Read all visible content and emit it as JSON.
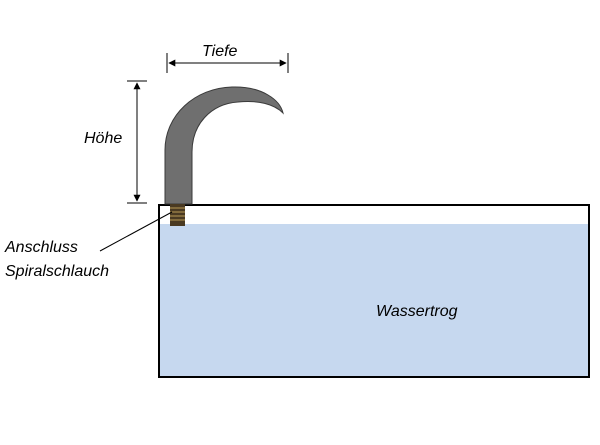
{
  "labels": {
    "depth": "Tiefe",
    "height": "Höhe",
    "connection_line1": "Anschluss",
    "connection_line2": "Spiralschlauch",
    "trough": "Wassertrog"
  },
  "colors": {
    "water": "#c6d8ef",
    "spout": "#6f6f6f",
    "spout_outline": "#3a3a3a",
    "fitting": "#4a3a22",
    "outline": "#000000"
  },
  "icons": {
    "spout": "curved-spout-icon",
    "fitting": "threaded-fitting-icon"
  }
}
